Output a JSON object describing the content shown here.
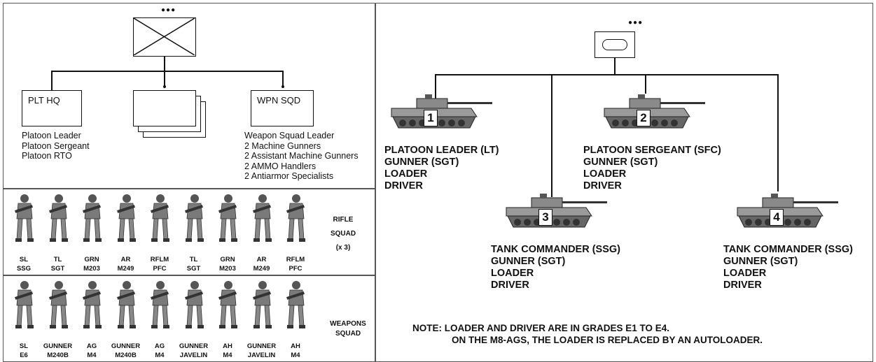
{
  "infantry": {
    "hq_box": "PLT HQ",
    "wpn_box": "WPN SQD",
    "hq_members": "Platoon Leader\nPlatoon Sergeant\nPlatoon RTO",
    "wpn_members": "Weapon Squad Leader\n2 Machine Gunners\n2 Assistant Machine Gunners\n2 AMMO Handlers\n2 Antiarmor Specialists",
    "rifle_squad": {
      "label_line1": "RIFLE",
      "label_line2": "SQUAD",
      "label_line3": "(x 3)",
      "soldiers": [
        {
          "role": "SL",
          "grade": "SSG"
        },
        {
          "role": "TL",
          "grade": "SGT"
        },
        {
          "role": "GRN",
          "grade": "M203"
        },
        {
          "role": "AR",
          "grade": "M249"
        },
        {
          "role": "RFLM",
          "grade": "PFC"
        },
        {
          "role": "TL",
          "grade": "SGT"
        },
        {
          "role": "GRN",
          "grade": "M203"
        },
        {
          "role": "AR",
          "grade": "M249"
        },
        {
          "role": "RFLM",
          "grade": "PFC"
        }
      ]
    },
    "weapons_squad": {
      "label_line1": "WEAPONS",
      "label_line2": "SQUAD",
      "soldiers": [
        {
          "role": "SL",
          "grade": "E6"
        },
        {
          "role": "GUNNER",
          "grade": "M240B"
        },
        {
          "role": "AG",
          "grade": "M4"
        },
        {
          "role": "GUNNER",
          "grade": "M240B"
        },
        {
          "role": "AG",
          "grade": "M4"
        },
        {
          "role": "GUNNER",
          "grade": "JAVELIN"
        },
        {
          "role": "AH",
          "grade": "M4"
        },
        {
          "role": "GUNNER",
          "grade": "JAVELIN"
        },
        {
          "role": "AH",
          "grade": "M4"
        }
      ]
    }
  },
  "armor": {
    "tanks": [
      {
        "number": "1",
        "crew": "PLATOON LEADER (LT)\nGUNNER (SGT)\nLOADER\nDRIVER"
      },
      {
        "number": "2",
        "crew": "PLATOON SERGEANT (SFC)\nGUNNER (SGT)\nLOADER\nDRIVER"
      },
      {
        "number": "3",
        "crew": "TANK COMMANDER (SSG)\nGUNNER (SGT)\nLOADER\nDRIVER"
      },
      {
        "number": "4",
        "crew": "TANK COMMANDER (SSG)\nGUNNER (SGT)\nLOADER\nDRIVER"
      }
    ],
    "note_line1": "NOTE: LOADER AND DRIVER ARE IN GRADES E1 TO E4.",
    "note_line2": "ON THE M8-AGS, THE LOADER IS REPLACED BY AN AUTOLOADER."
  },
  "colors": {
    "ink": "#111111",
    "tank_body": "#8a8a8a",
    "soldier": "#7a7a7a"
  }
}
